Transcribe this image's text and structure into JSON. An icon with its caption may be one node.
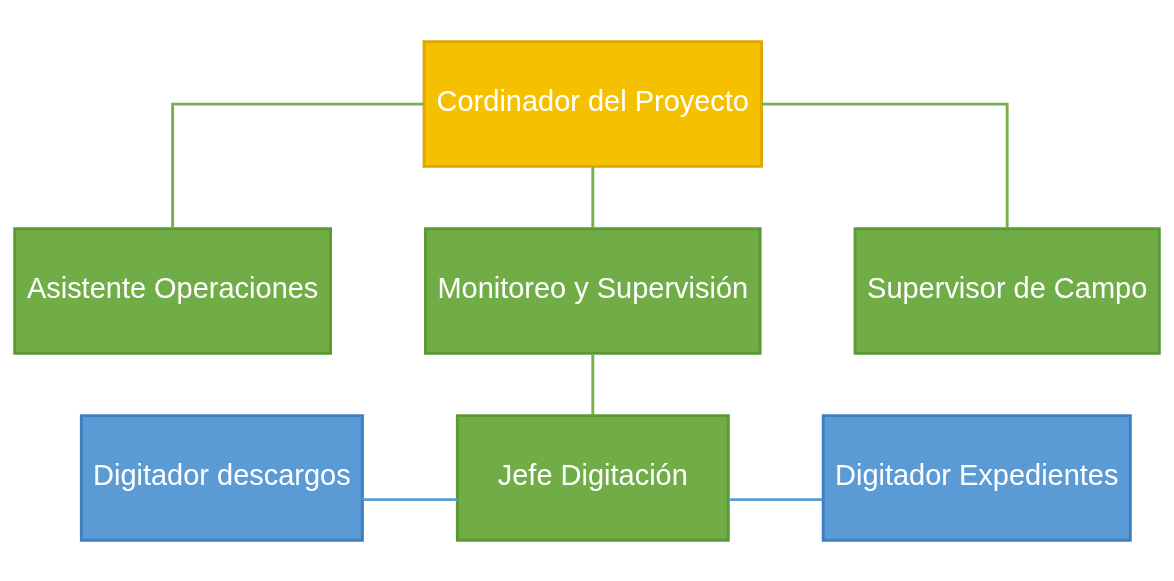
{
  "diagram": {
    "nodes": [
      {
        "text": [
          "Cordinador del Proyecto"
        ]
      },
      {
        "text": [
          "Asistente Operaciones"
        ]
      },
      {
        "text": [
          "Supervisor de Campo"
        ]
      },
      {
        "text": [
          "Monitoreo y Supervisión"
        ]
      },
      {
        "text": [
          "Digitador descargos"
        ]
      },
      {
        "text": [
          "Jefe Digitación"
        ]
      },
      {
        "text": [
          "Digitador Expedientes"
        ]
      }
    ],
    "edges": [
      {
        "from": 0,
        "to": 1,
        "arrow": "none"
      },
      {
        "from": 0,
        "to": 2,
        "arrow": "none"
      },
      {
        "from": 0,
        "to": 3,
        "arrow": "none"
      },
      {
        "from": 3,
        "to": 5,
        "arrow": "none"
      },
      {
        "from": 5,
        "to": 4,
        "arrow": "none",
        "color": "#5b9bd5"
      },
      {
        "from": 5,
        "to": 6,
        "arrow": "none",
        "color": "#5b9bd5"
      }
    ]
  }
}
